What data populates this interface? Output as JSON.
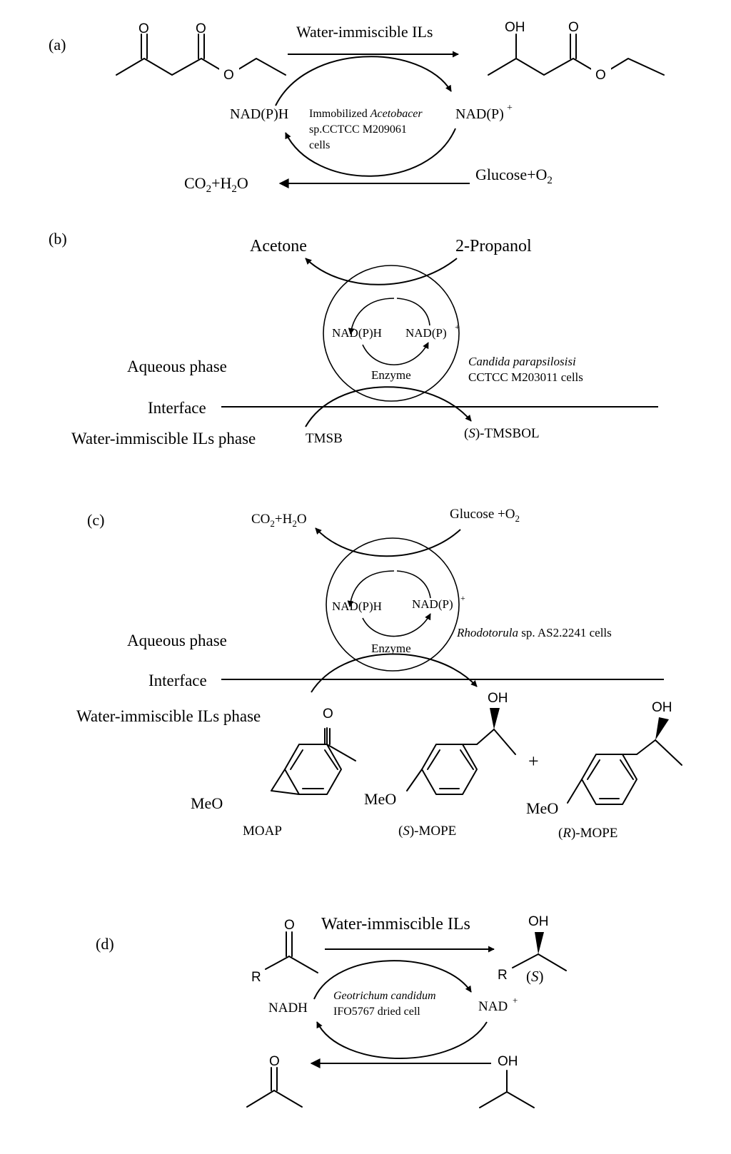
{
  "panel_a": {
    "label": "(a)",
    "condition": "Water-immiscible ILs",
    "cofactor_reduced": "NAD(P)H",
    "cofactor_oxidized": "NAD(P)",
    "plus": "+",
    "biocatalyst_line1_pre": "Immobilized ",
    "biocatalyst_line1_ital": "Acetobacer",
    "biocatalyst_line2": "sp.CCTCC M209061",
    "biocatalyst_line3": "cells",
    "product_co2": "CO",
    "product_sub2": "2",
    "product_h2o_pre": "+H",
    "product_h2o_post": "O",
    "cosubstrate": "Glucose+O",
    "cosubstrate_sub": "2",
    "substrate_o1": "O",
    "substrate_o2": "O",
    "substrate_o3": "O",
    "product_oh": "OH",
    "product_o1": "O",
    "product_o2": "O"
  },
  "panel_b": {
    "label": "(b)",
    "product_top": "Acetone",
    "cosubstrate_top": "2-Propanol",
    "cofactor_reduced": "NAD(P)H",
    "cofactor_oxidized": "NAD(P)",
    "plus": "+",
    "enzyme": "Enzyme",
    "organism_ital": "Candida parapsilosisi",
    "organism_strain": "CCTCC M203011 cells",
    "aqueous_phase": "Aqueous phase",
    "interface": "Interface",
    "il_phase": "Water-immiscible ILs phase",
    "substrate": "TMSB",
    "product_paren_open": "(",
    "product_s": "S",
    "product_rest": ")-TMSBOL"
  },
  "panel_c": {
    "label": "(c)",
    "product_co2": "CO",
    "product_sub2": "2",
    "product_h2o_pre": "+H",
    "product_h2o_post": "O",
    "cosubstrate": "Glucose +O",
    "cosubstrate_sub": "2",
    "cofactor_reduced": "NAD(P)H",
    "cofactor_oxidized": "NAD(P)",
    "plus": "+",
    "enzyme": "Enzyme",
    "organism_ital": "Rhodotorula",
    "organism_rest": " sp. AS2.2241 cells",
    "aqueous_phase": "Aqueous phase",
    "interface": "Interface",
    "il_phase": "Water-immiscible ILs phase",
    "moap_label": "MOAP",
    "moap_o": "O",
    "moap_meo": "MeO",
    "s_mope_oh": "OH",
    "s_mope_meo": "MeO",
    "s_mope_open": "(",
    "s_mope_s": "S",
    "s_mope_rest": ")-MOPE",
    "plus_sign": "+",
    "r_mope_oh": "OH",
    "r_mope_meo": "MeO",
    "r_mope_open": "(",
    "r_mope_r": "R",
    "r_mope_rest": ")-MOPE"
  },
  "panel_d": {
    "label": "(d)",
    "condition": "Water-immiscible ILs",
    "substrate_o": "O",
    "substrate_r": "R",
    "product_oh": "OH",
    "product_r": "R",
    "product_paren_open": "(",
    "product_s": "S",
    "product_paren_close": ")",
    "cofactor_reduced": "NADH",
    "cofactor_oxidized": "NAD",
    "plus": "+",
    "organism_ital": "Geotrichum candidum",
    "organism_strain": "IFO5767 dried cell",
    "acetone_o": "O",
    "ipa_oh": "OH"
  }
}
